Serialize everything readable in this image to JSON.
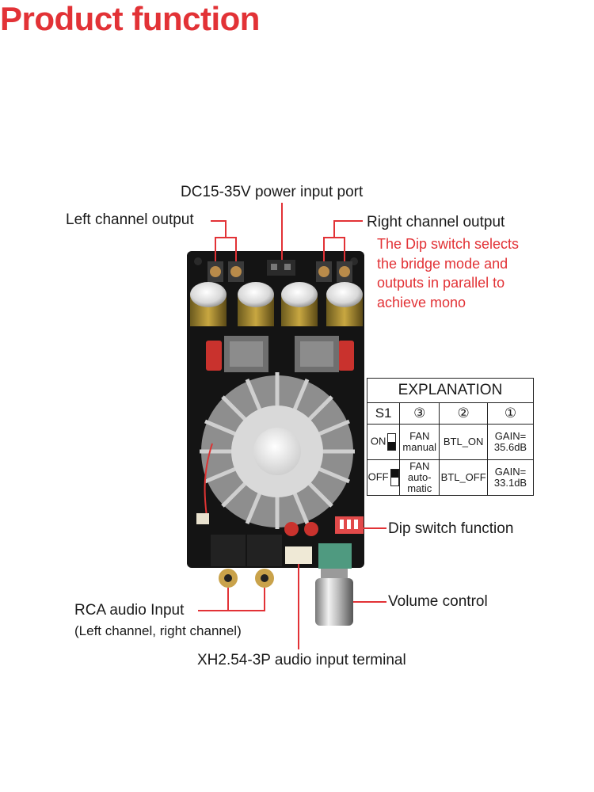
{
  "title": "Product function",
  "labels": {
    "power": "DC15-35V power input port",
    "left_out": "Left channel output",
    "right_out": "Right channel output",
    "dip": "Dip switch function",
    "volume": "Volume control",
    "rca": "RCA audio Input",
    "rca_sub": "(Left channel, right channel)",
    "xh": "XH2.54-3P audio input terminal"
  },
  "note_lines": [
    "The Dip switch selects",
    "the bridge mode and",
    "outputs in parallel to",
    "achieve mono"
  ],
  "explanation": {
    "header": "EXPLANATION",
    "columns": [
      "S1",
      "③",
      "②",
      "①"
    ],
    "rows": [
      {
        "state": "ON",
        "fan_a": "FAN",
        "fan_b": "manual",
        "fan_c": "",
        "btl": "BTL_ON",
        "gain_a": "GAIN=",
        "gain_b": "35.6dB"
      },
      {
        "state": "OFF",
        "fan_a": "FAN",
        "fan_b": "auto-",
        "fan_c": "matic",
        "btl": "BTL_OFF",
        "gain_a": "GAIN=",
        "gain_b": "33.1dB"
      }
    ]
  },
  "colors": {
    "accent": "#e23236",
    "pcb": "#141414",
    "leader": "#e23236"
  }
}
